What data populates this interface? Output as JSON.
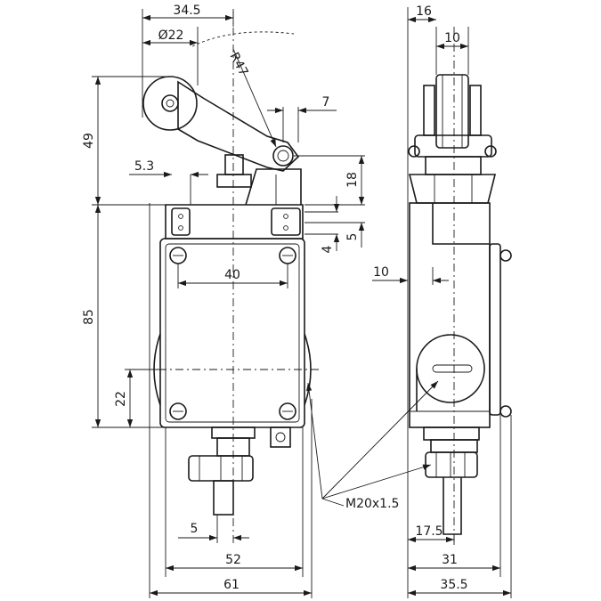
{
  "dimensions": {
    "d_34_5": "34.5",
    "d_dia22": "Ø22",
    "d_r47": "R47",
    "d_7": "7",
    "d_49": "49",
    "d_5_3": "5.3",
    "d_18": "18",
    "d_5": "5",
    "d_4": "4",
    "d_40": "40",
    "d_85": "85",
    "d_22": "22",
    "d_5b": "5",
    "d_52": "52",
    "d_61": "61",
    "d_16": "16",
    "d_10a": "10",
    "d_10b": "10",
    "d_17_5": "17.5",
    "d_31": "31",
    "d_35_5": "35.5",
    "thread": "M20x1.5"
  }
}
